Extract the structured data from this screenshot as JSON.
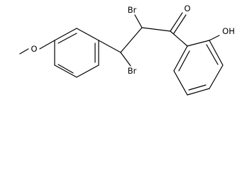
{
  "molecule": {
    "atoms": {
      "br_top": "Br",
      "br_bottom": "Br",
      "oxygen_carbonyl": "O",
      "hydroxyl": "OH",
      "methoxy_oxygen": "O"
    }
  }
}
